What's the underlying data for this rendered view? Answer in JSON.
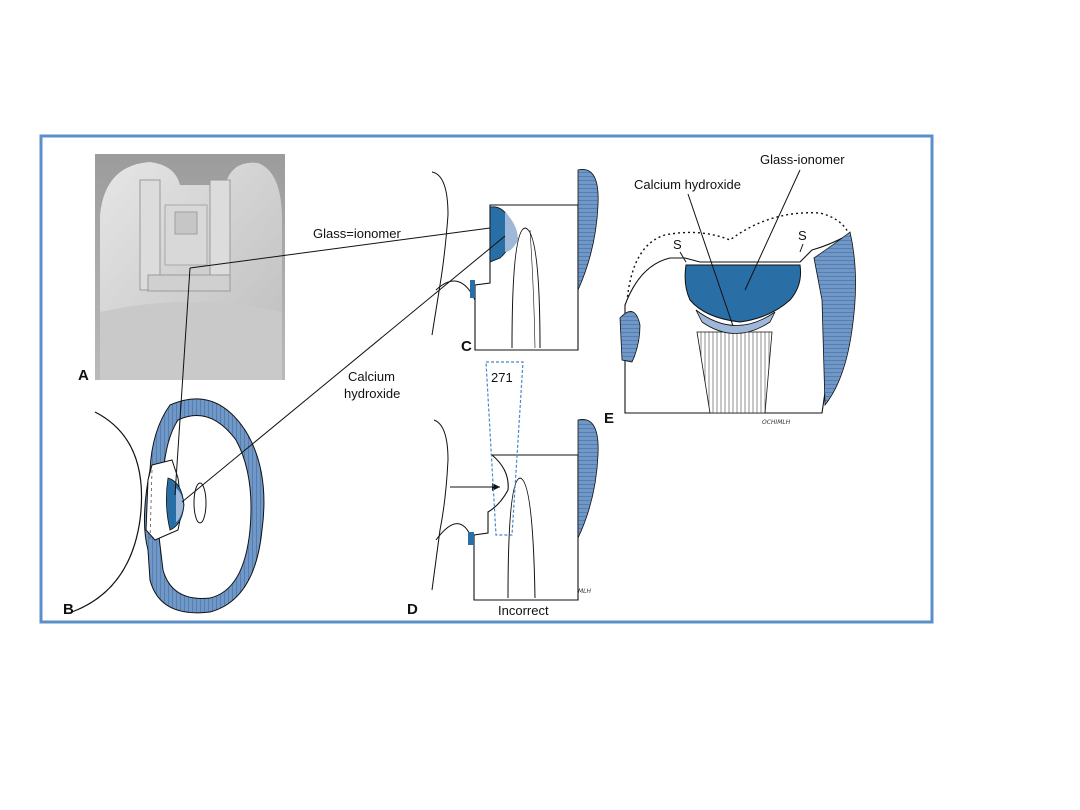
{
  "figure": {
    "labels": {
      "glass_ionomer_left": "Glass=ionomer",
      "calcium_hydroxide_line1": "Calcium",
      "calcium_hydroxide_line2": "hydroxide",
      "calcium_hydroxide_e": "Calcium hydroxide",
      "glass_ionomer_e": "Glass-ionomer",
      "s_left": "S",
      "s_right": "S",
      "incorrect": "Incorrect",
      "page_number": "271"
    },
    "panel_letters": {
      "a": "A",
      "b": "B",
      "c": "C",
      "d": "D",
      "e": "E"
    },
    "colors": {
      "frame": "#5b8fc9",
      "liner_blue": "#2a6ea6",
      "enamel_blue": "#6f98c9",
      "light_blue": "#9fb8da",
      "dashed_box": "#4a86c8"
    }
  }
}
